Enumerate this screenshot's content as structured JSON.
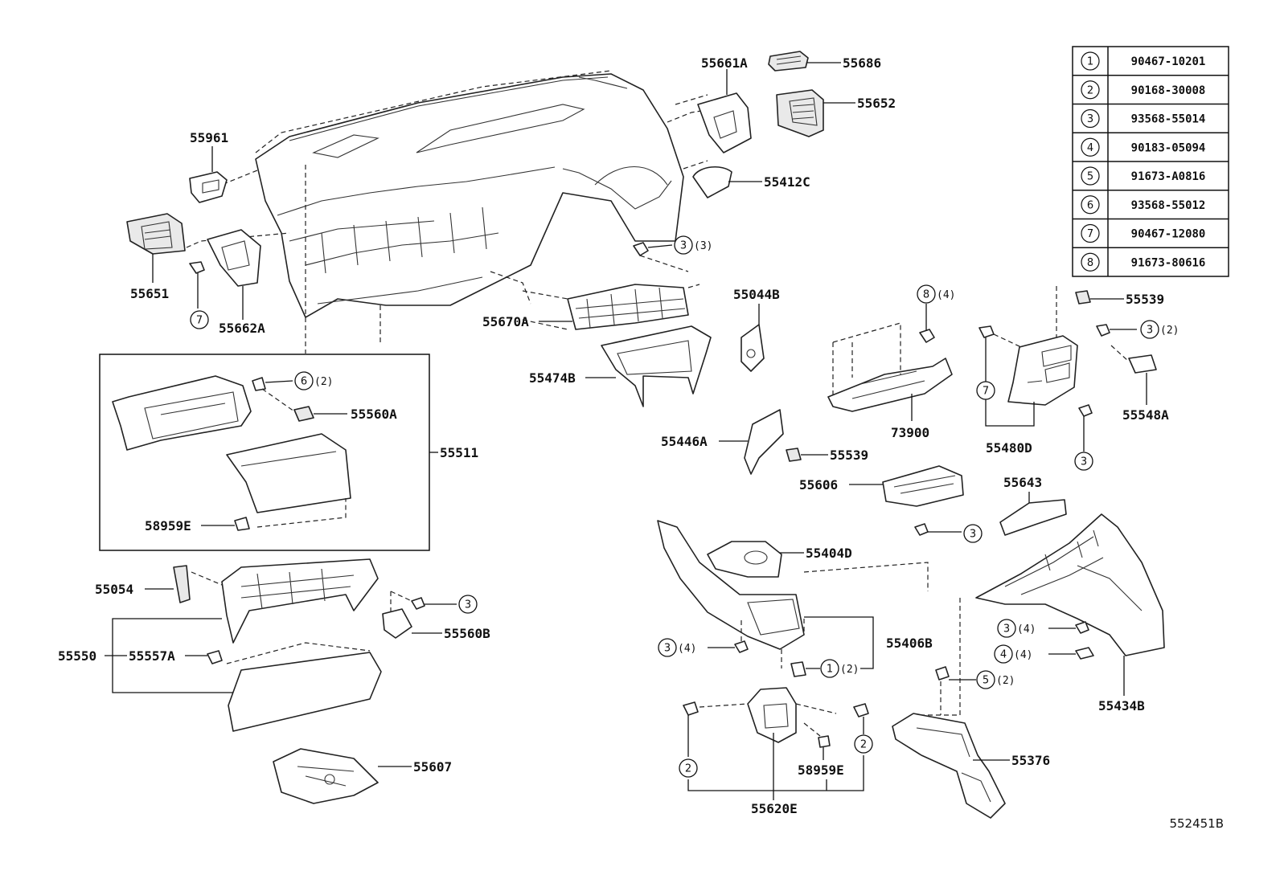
{
  "reference_code": "552451B",
  "legend": [
    {
      "n": "1",
      "code": "90467-10201"
    },
    {
      "n": "2",
      "code": "90168-30008"
    },
    {
      "n": "3",
      "code": "93568-55014"
    },
    {
      "n": "4",
      "code": "90183-05094"
    },
    {
      "n": "5",
      "code": "91673-A0816"
    },
    {
      "n": "6",
      "code": "93568-55012"
    },
    {
      "n": "7",
      "code": "90467-12080"
    },
    {
      "n": "8",
      "code": "91673-80616"
    }
  ],
  "labels": {
    "p55661A": "55661A",
    "p55686": "55686",
    "p55652": "55652",
    "p55961": "55961",
    "p55412C": "55412C",
    "p55651": "55651",
    "p55662A": "55662A",
    "p55670A": "55670A",
    "p55044B": "55044B",
    "p55474B": "55474B",
    "p55539a": "55539",
    "p55548A": "55548A",
    "p73900": "73900",
    "p55480D": "55480D",
    "p55560A": "55560A",
    "p55511": "55511",
    "p55446A": "55446A",
    "p55539b": "55539",
    "p55606": "55606",
    "p55643": "55643",
    "p58959Ea": "58959E",
    "p55404D": "55404D",
    "p55054": "55054",
    "p55560B": "55560B",
    "p55406B": "55406B",
    "p55550": "55550",
    "p55557A": "55557A",
    "p55434B": "55434B",
    "p55607": "55607",
    "p55376": "55376",
    "p58959Eb": "58959E",
    "p55620E": "55620E"
  },
  "callouts": [
    {
      "n": "3",
      "qty": "(3)"
    },
    {
      "n": "7",
      "qty": ""
    },
    {
      "n": "8",
      "qty": "(4)"
    },
    {
      "n": "3",
      "qty": "(2)"
    },
    {
      "n": "6",
      "qty": "(2)"
    },
    {
      "n": "7",
      "qty": ""
    },
    {
      "n": "3",
      "qty": ""
    },
    {
      "n": "3",
      "qty": ""
    },
    {
      "n": "3",
      "qty": ""
    },
    {
      "n": "3",
      "qty": "(4)"
    },
    {
      "n": "1",
      "qty": "(2)"
    },
    {
      "n": "3",
      "qty": "(4)"
    },
    {
      "n": "4",
      "qty": "(4)"
    },
    {
      "n": "5",
      "qty": "(2)"
    },
    {
      "n": "2",
      "qty": ""
    },
    {
      "n": "2",
      "qty": ""
    }
  ]
}
